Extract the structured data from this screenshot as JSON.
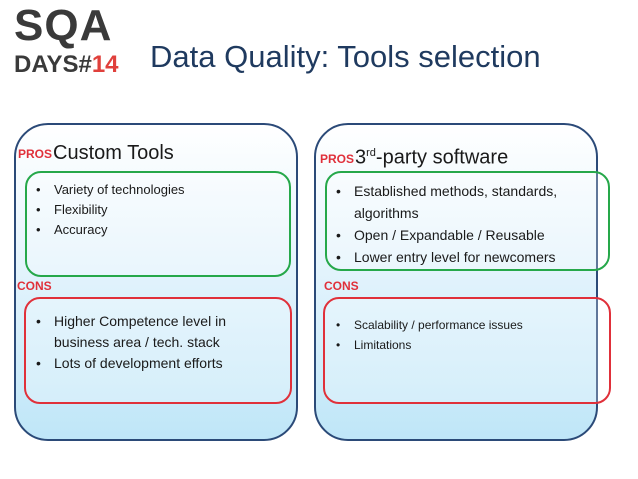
{
  "logo": {
    "sqa": "SQA",
    "days": "DAYS#",
    "number": "14"
  },
  "title": "Data Quality: Tools selection",
  "left": {
    "pros_tag": "PROS",
    "heading": "Custom Tools",
    "pros": [
      "Variety of technologies",
      "Flexibility",
      "Accuracy"
    ],
    "cons_tag": "CONS",
    "cons": [
      "Higher Competence level in business area / tech. stack",
      "Lots of development efforts"
    ]
  },
  "right": {
    "pros_tag": "PROS",
    "heading_num": "3",
    "heading_sup": "rd",
    "heading_rest": "-party software",
    "pros": [
      "Established methods, standards, algorithms",
      "Open / Expandable / Reusable",
      "Lower entry level for newcomers"
    ],
    "cons_tag": "CONS",
    "cons": [
      "Scalability / performance issues",
      "Limitations"
    ]
  }
}
